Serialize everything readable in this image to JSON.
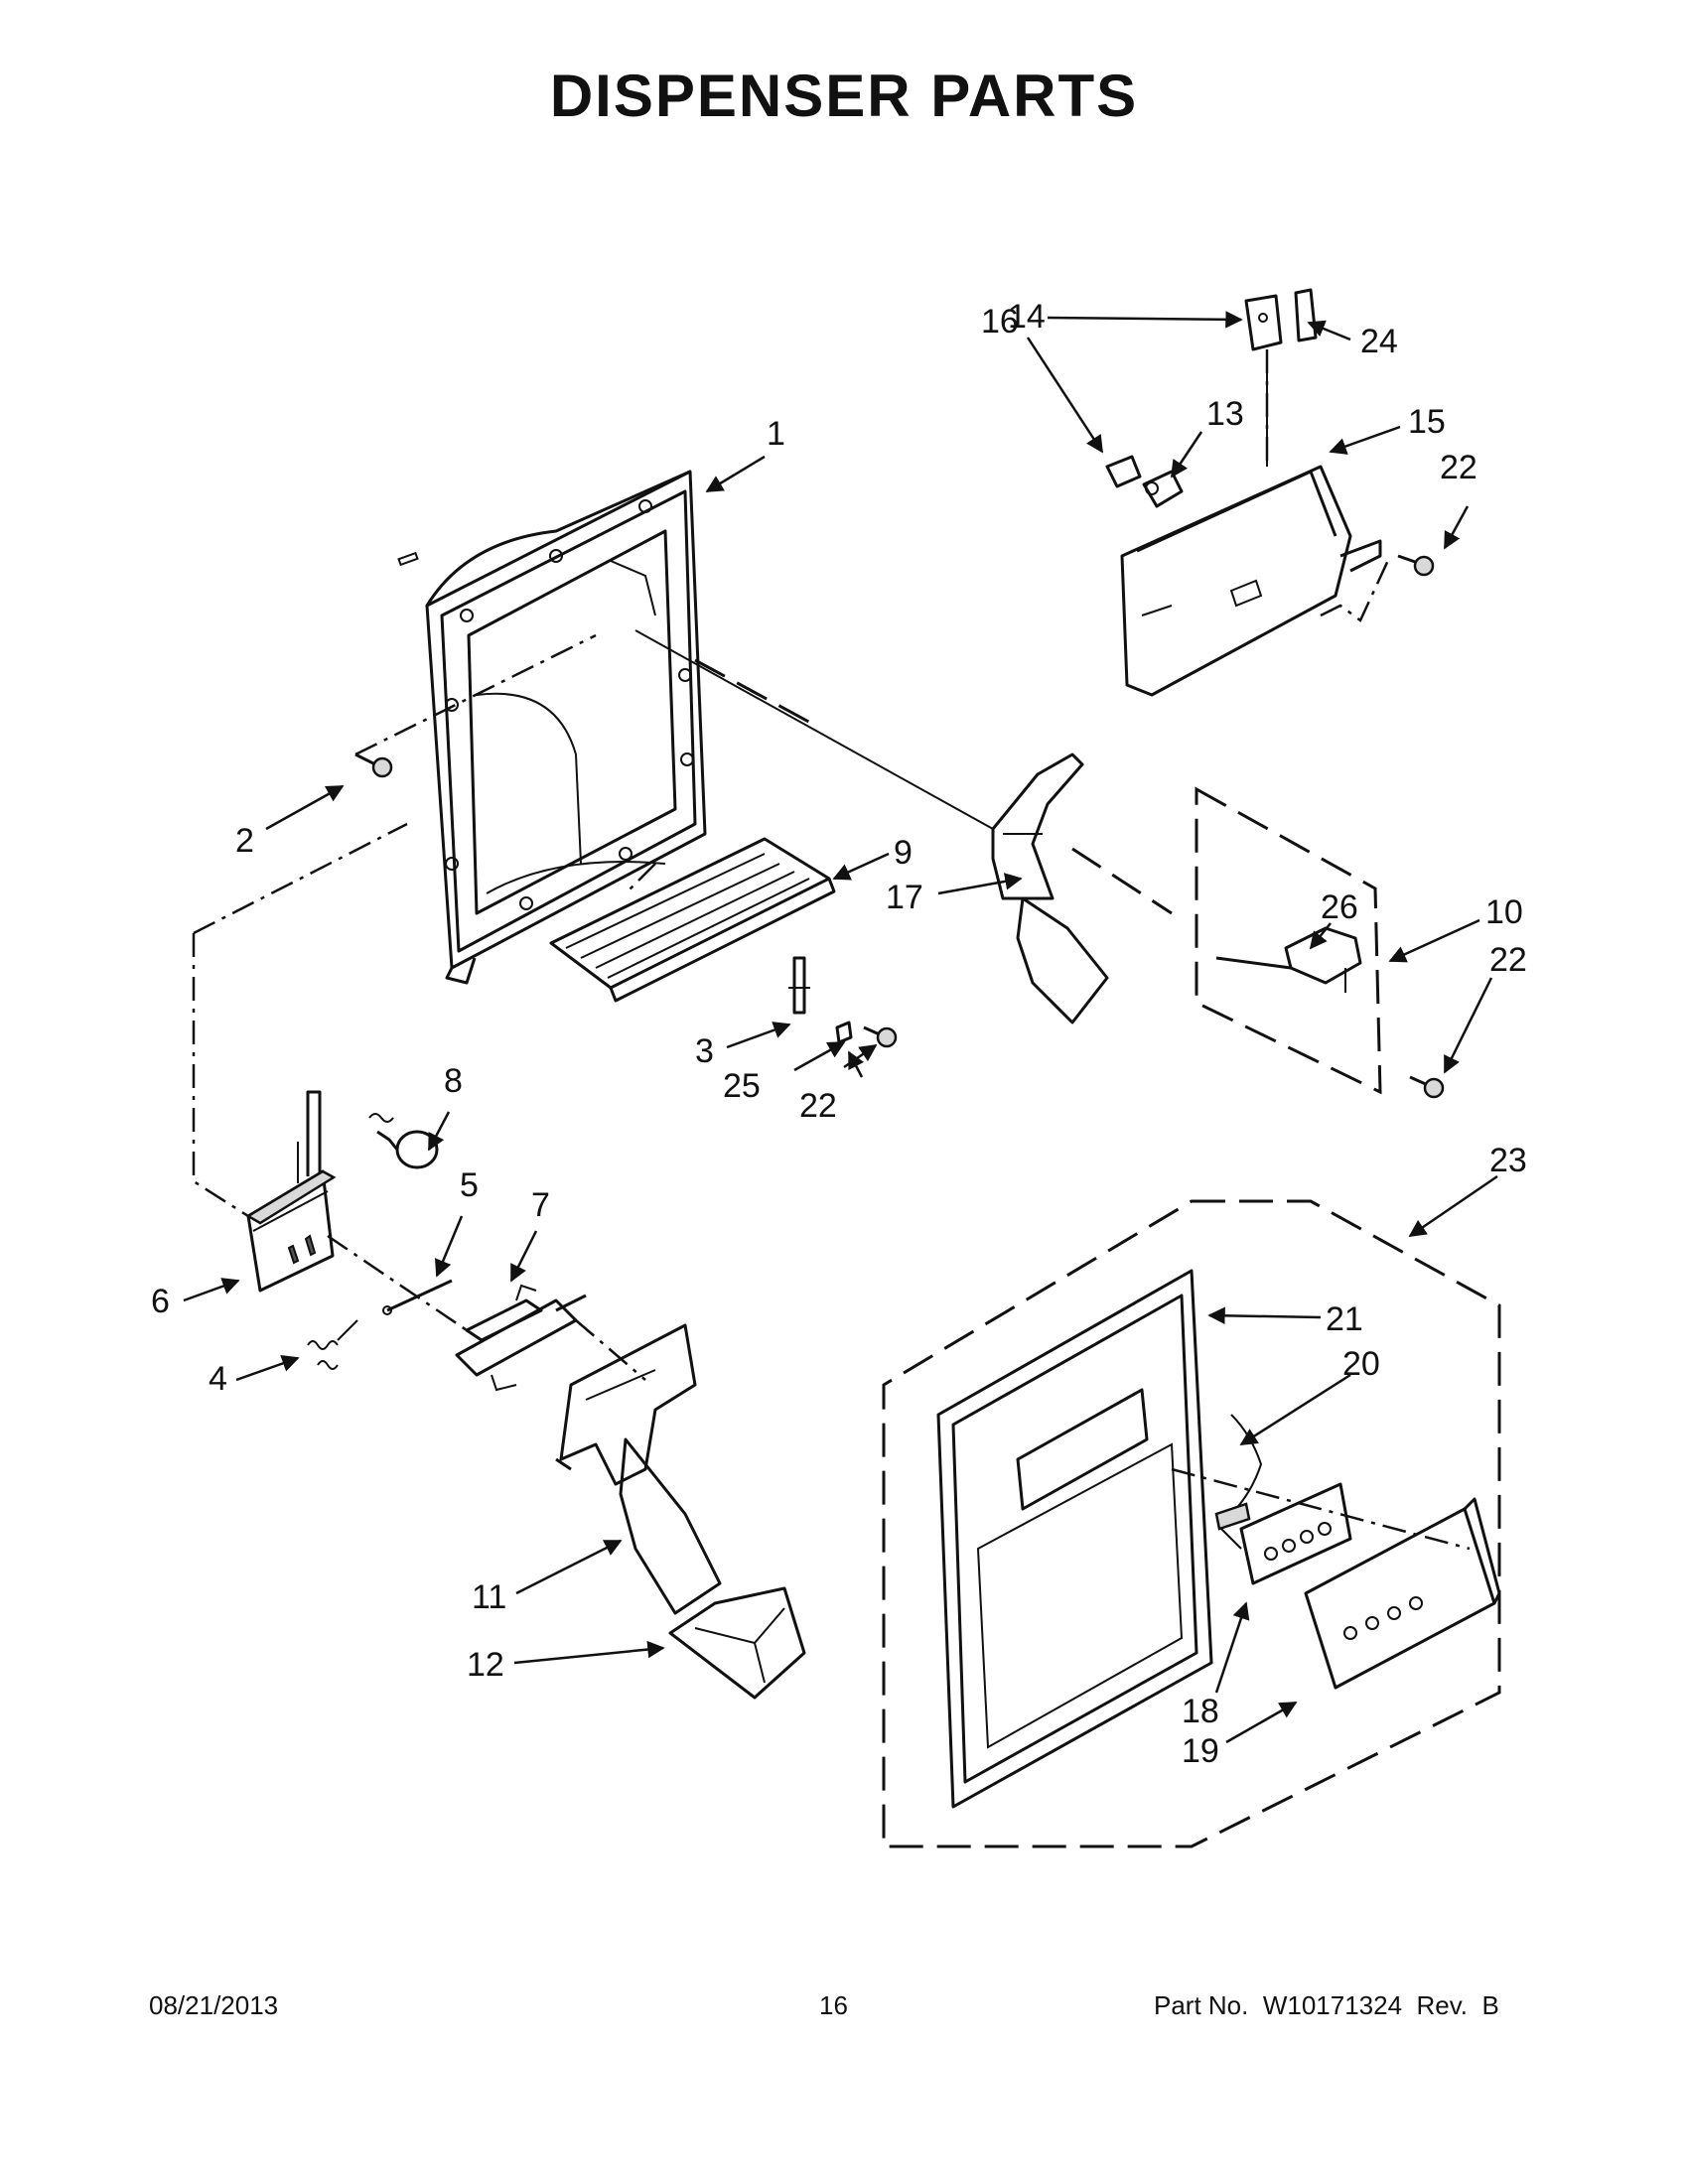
{
  "title": "DISPENSER PARTS",
  "callouts": [
    "1",
    "2",
    "3",
    "4",
    "5",
    "6",
    "7",
    "8",
    "9",
    "10",
    "11",
    "12",
    "13",
    "14",
    "15",
    "16",
    "17",
    "18",
    "19",
    "20",
    "21",
    "22",
    "22",
    "22",
    "22",
    "23",
    "24",
    "25",
    "26"
  ],
  "footer": {
    "date": "08/21/2013",
    "page": "16",
    "part_no": "Part No.  W10171324  Rev.  B"
  }
}
